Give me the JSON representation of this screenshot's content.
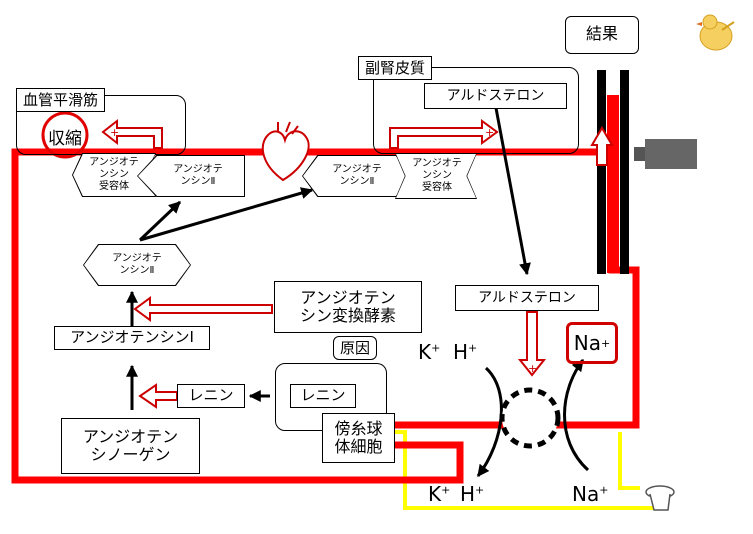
{
  "labels": {
    "vascular_smooth_muscle": "血管平滑筋",
    "contraction": "収縮",
    "adrenal_cortex": "副腎皮質",
    "aldosterone_top": "アルドステロン",
    "result": "結果",
    "receptor_left": "アンジオテ\nンシン\n受容体",
    "ang2_left": "アンジオテ\nンシンⅡ",
    "ang2_right": "アンジオテ\nンシンⅡ",
    "receptor_right": "アンジオテ\nンシン\n受容体",
    "ang2_mid": "アンジオテ\nンシンⅡ",
    "ace": "アンジオテン\nシン変換酵素",
    "ang1": "アンジオテンシンⅠ",
    "angiotensinogen": "アンジオテン\nシノーゲン",
    "renin_left": "レニン",
    "renin_right": "レニン",
    "cause": "原因",
    "jg_cells": "傍糸球\n体細胞",
    "aldosterone_mid": "アルドステロン",
    "k_top": "K",
    "h_top": "H",
    "na_top": "Na",
    "k_bottom": "K",
    "h_bottom": "H",
    "na_bottom": "Na",
    "plus": "+"
  },
  "colors": {
    "vessel": "#ff0000",
    "urine": "#ffff00",
    "arrow": "#000000",
    "hollow_arrow_fill": "#ffffff",
    "hollow_arrow_stroke": "#cc0000"
  }
}
